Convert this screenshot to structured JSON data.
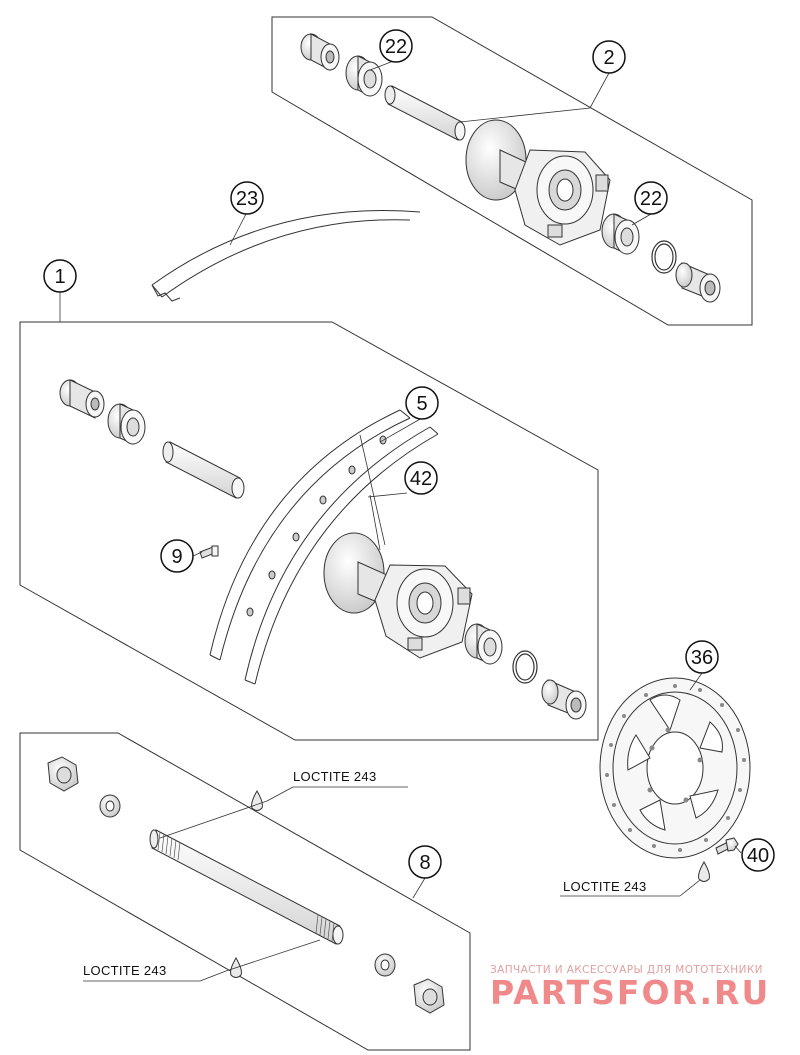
{
  "callouts": {
    "c1": "1",
    "c2": "2",
    "c5": "5",
    "c8": "8",
    "c9": "9",
    "c22a": "22",
    "c22b": "22",
    "c23": "23",
    "c36": "36",
    "c40": "40",
    "c42": "42"
  },
  "loctite": {
    "upper": "LOCTITE 243",
    "lower": "LOCTITE 243",
    "disc": "LOCTITE 243"
  },
  "watermark": {
    "line1": "ЗАПЧАСТИ И АКСЕССУАРЫ ДЛЯ МОТОТЕХНИКИ",
    "line2": "PARTSFOR.RU"
  },
  "colors": {
    "line": "#333333",
    "part_fill": "#f4f4f4",
    "watermark": "#f08a8a"
  }
}
